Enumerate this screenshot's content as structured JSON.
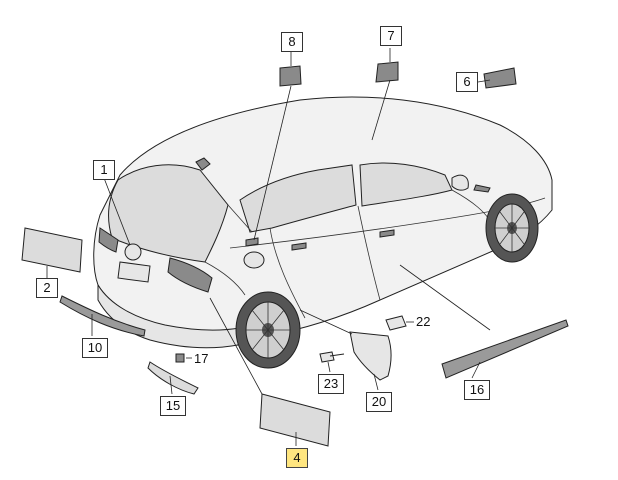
{
  "parts": [
    {
      "id": "p1",
      "label": "1"
    },
    {
      "id": "p2",
      "label": "2"
    },
    {
      "id": "p4",
      "label": "4"
    },
    {
      "id": "p6",
      "label": "6"
    },
    {
      "id": "p7",
      "label": "7"
    },
    {
      "id": "p8",
      "label": "8"
    },
    {
      "id": "p10",
      "label": "10"
    },
    {
      "id": "p15",
      "label": "15"
    },
    {
      "id": "p16",
      "label": "16"
    },
    {
      "id": "p17",
      "label": "17"
    },
    {
      "id": "p20",
      "label": "20"
    },
    {
      "id": "p22",
      "label": "22"
    },
    {
      "id": "p23",
      "label": "23"
    }
  ],
  "highlight_color": "#ffe680"
}
